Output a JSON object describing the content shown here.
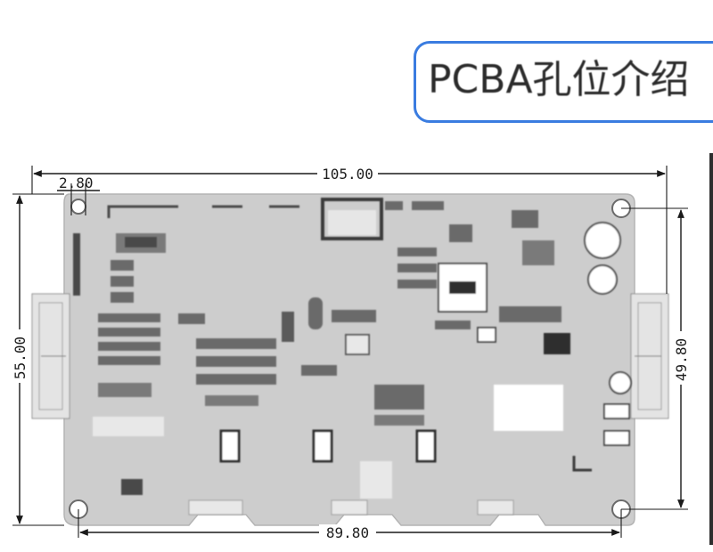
{
  "title": "PCBA孔位介绍",
  "dimensions": {
    "overall_width": "105.00",
    "hole_to_edge": "2.80",
    "overall_height": "55.00",
    "hole_spacing_vertical": "49.80",
    "hole_spacing_horizontal": "89.80"
  },
  "colors": {
    "board": "#cdcdcd",
    "board_edge": "#b4b4b4",
    "component_dark": "#4a4a4a",
    "component_mid": "#7a7a7a",
    "title_border": "#3a7ce0",
    "dimension_line": "#1a1a1a"
  }
}
